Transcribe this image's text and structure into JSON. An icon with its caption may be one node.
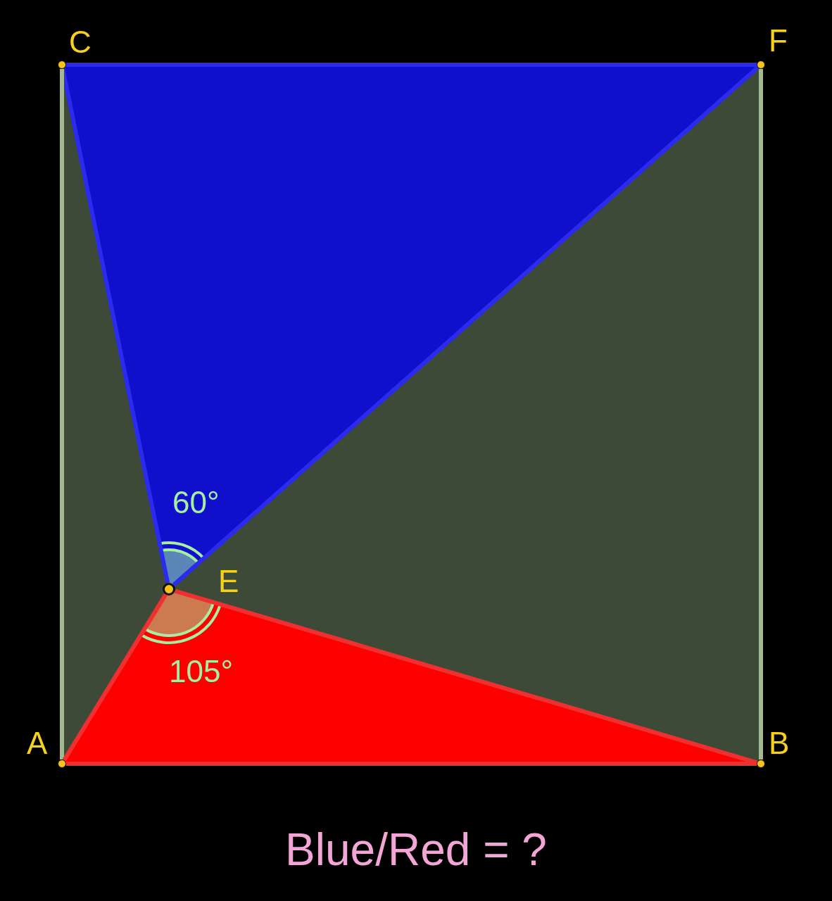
{
  "diagram": {
    "caption": "Blue/Red = ?",
    "nodes": [
      {
        "text": [],
        "shape": "circle"
      },
      {
        "text": [],
        "shape": "circle"
      },
      {
        "text": [],
        "shape": "circle"
      },
      {
        "text": [],
        "shape": "circle"
      },
      {
        "text": [],
        "shape": "circle"
      }
    ],
    "edges": [
      {
        "from": 0,
        "to": 1,
        "arrow": "none",
        "color": "#2b2bf0"
      },
      {
        "from": 0,
        "to": 2,
        "arrow": "none",
        "color": "#2b2bf0"
      },
      {
        "from": 2,
        "to": 1,
        "arrow": "none",
        "color": "#2b2bf0"
      },
      {
        "from": 0,
        "to": 3,
        "arrow": "none",
        "color": "#a3b98f"
      },
      {
        "from": 1,
        "to": 4,
        "arrow": "none",
        "color": "#a3b98f"
      },
      {
        "from": 3,
        "to": 2,
        "arrow": "none",
        "color": "#ee3030"
      },
      {
        "from": 2,
        "to": 4,
        "arrow": "none",
        "color": "#ee3030"
      },
      {
        "from": 3,
        "to": 4,
        "arrow": "none",
        "color": "#ee3030"
      }
    ],
    "labels": [
      "C",
      "F",
      "60°",
      "E",
      "105°",
      "A",
      "B"
    ]
  }
}
